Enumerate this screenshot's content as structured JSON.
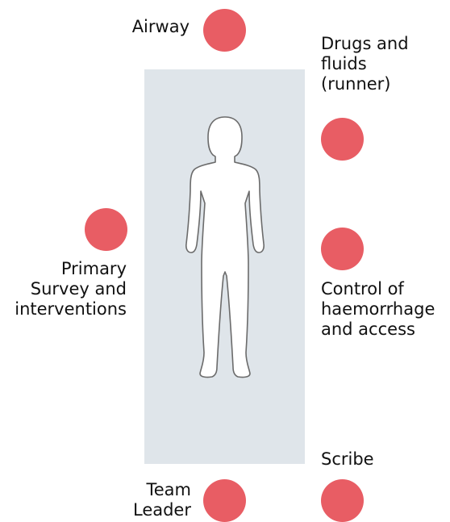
{
  "colors": {
    "marker": "#e85d64",
    "bed": "#dfe5ea",
    "figure_fill": "#ffffff",
    "figure_stroke": "#6b6b6b",
    "text": "#111111"
  },
  "icons": {
    "patient": "patient-body-outline-icon",
    "position": "team-position-marker"
  },
  "positions": [
    {
      "id": "airway",
      "label": "Airway"
    },
    {
      "id": "drugs-fluids",
      "label": "Drugs and\nfluids\n(runner)"
    },
    {
      "id": "primary-survey",
      "label": "Primary\nSurvey and\ninterventions"
    },
    {
      "id": "haemorrhage-access",
      "label": "Control of\nhaemorrhage\nand access"
    },
    {
      "id": "scribe",
      "label": "Scribe"
    },
    {
      "id": "team-leader",
      "label": "Team\nLeader"
    }
  ]
}
